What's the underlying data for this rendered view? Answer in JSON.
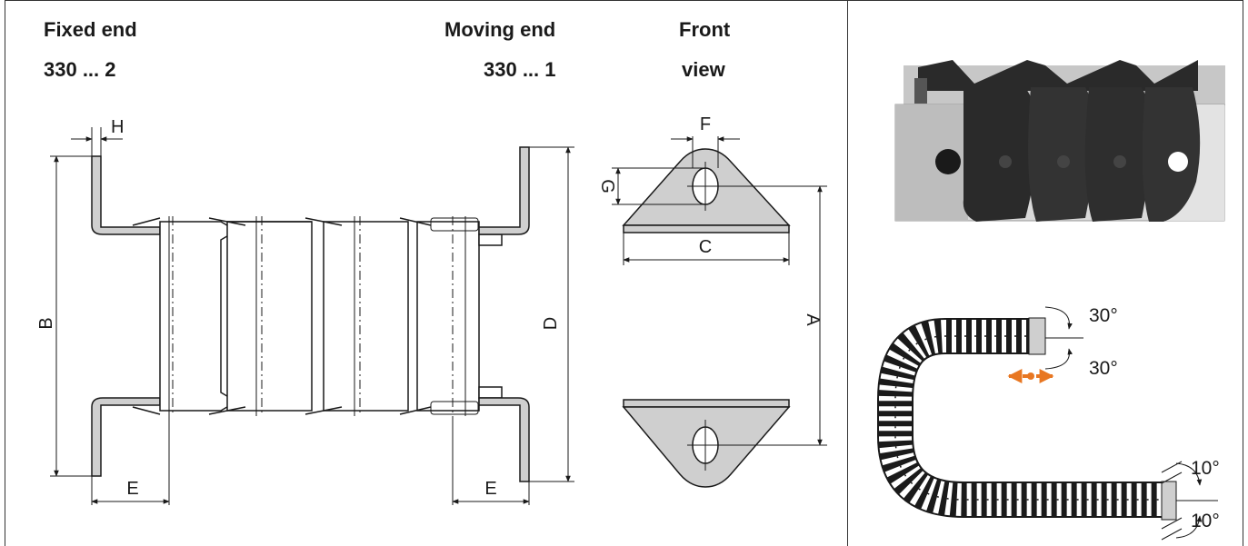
{
  "headers": {
    "fixed_end_title": "Fixed end",
    "fixed_end_code": "330 ... 2",
    "moving_end_title": "Moving end",
    "moving_end_code": "330 ... 1",
    "front_title": "Front",
    "front_subtitle": "view"
  },
  "dimensions": {
    "H": "H",
    "B": "B",
    "E_left": "E",
    "E_right": "E",
    "D": "D",
    "F": "F",
    "G": "G",
    "C": "C",
    "A": "A"
  },
  "angles": {
    "top_upper": "30°",
    "top_lower": "30°",
    "bottom_upper": "10°",
    "bottom_lower": "10°"
  },
  "colors": {
    "line": "#1a1a1a",
    "bracket_fill": "#cfcfcf",
    "link_fill": "#2a2a2a",
    "motion_arrow": "#e87722"
  },
  "icons": {
    "motion_arrow": "double-arrow-icon"
  }
}
